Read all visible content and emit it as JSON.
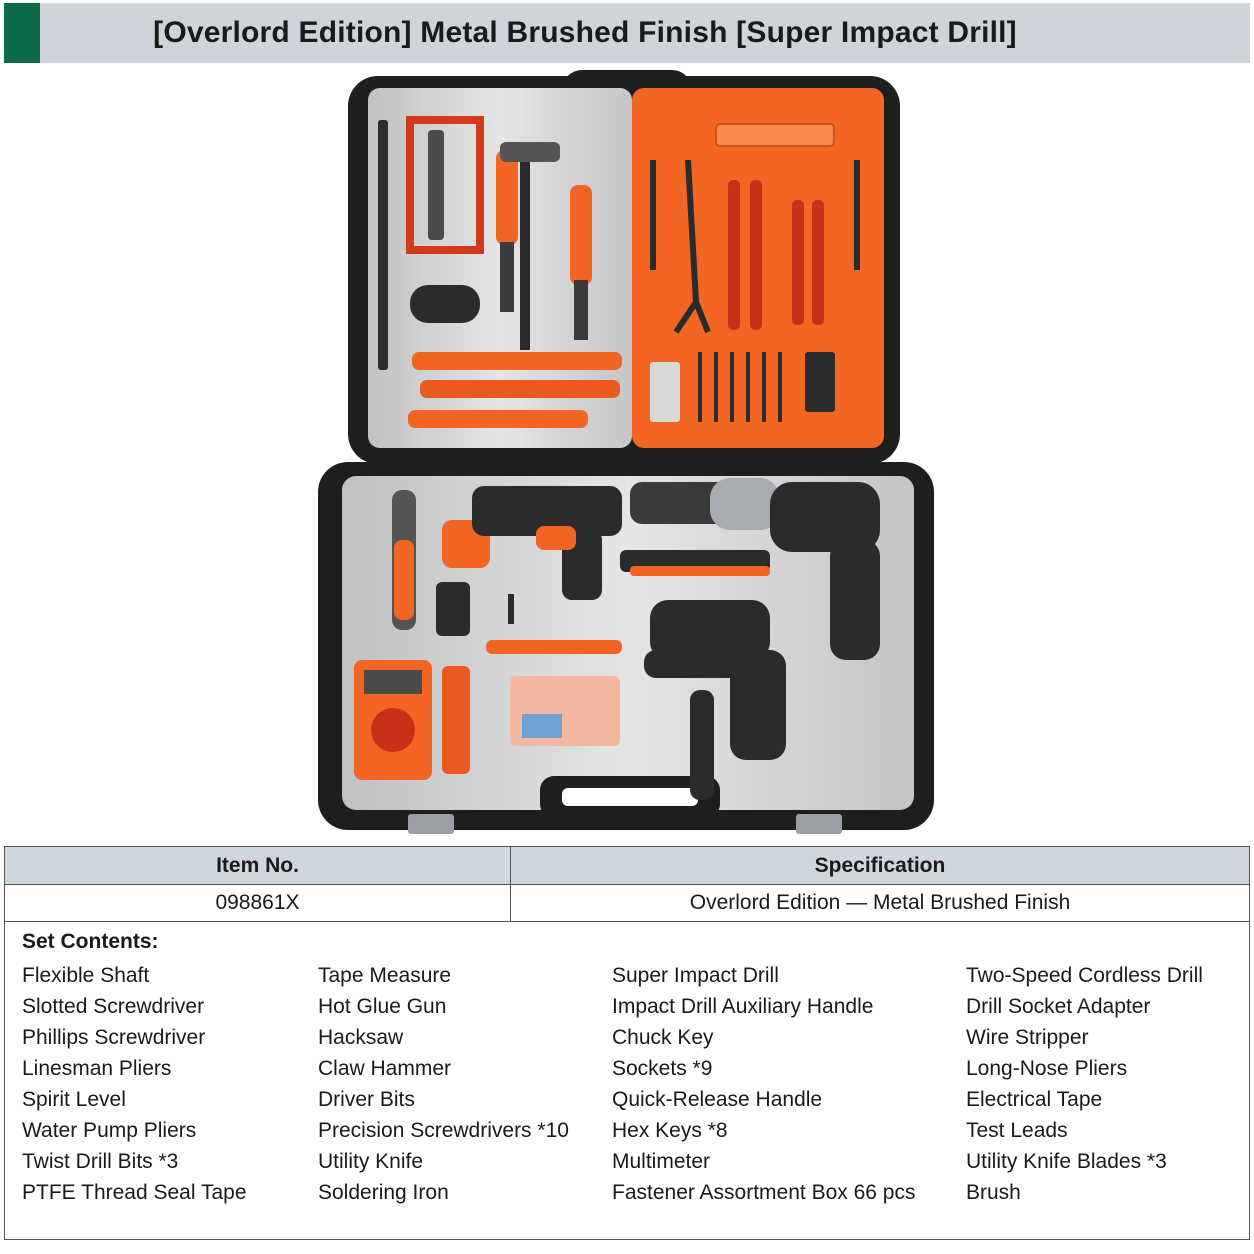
{
  "header": {
    "title": "[Overlord Edition] Metal Brushed Finish [Super Impact Drill]",
    "accent_color": "#0d6b4a",
    "background_color": "#cfd4da"
  },
  "product_photo": {
    "icon": "toolbox-kit-photo",
    "case_color": "#1e1e1e",
    "insert_color": "#f26522",
    "panel_color": "#c9cbcd"
  },
  "spec_table": {
    "headers": [
      "Item No.",
      "Specification"
    ],
    "row": {
      "item_no": "098861X",
      "specification": "Overlord Edition — Metal Brushed Finish"
    },
    "contents_label": "Set Contents:",
    "columns": [
      [
        "Flexible Shaft",
        "Slotted Screwdriver",
        "Phillips Screwdriver",
        "Linesman Pliers",
        "Spirit Level",
        "Water Pump Pliers",
        "Twist Drill Bits *3",
        "PTFE Thread Seal Tape"
      ],
      [
        "Tape Measure",
        "Hot Glue Gun",
        "Hacksaw",
        "Claw Hammer",
        "Driver Bits",
        "Precision Screwdrivers *10",
        "Utility Knife",
        "Soldering Iron"
      ],
      [
        "Super Impact Drill",
        "Impact Drill Auxiliary Handle",
        "Chuck Key",
        "Sockets *9",
        "Quick-Release Handle",
        "Hex Keys *8",
        "Multimeter",
        "Fastener Assortment Box 66 pcs"
      ],
      [
        "Two-Speed Cordless Drill",
        "Drill Socket Adapter",
        "Wire Stripper",
        "Long-Nose Pliers",
        "Electrical Tape",
        "Test Leads",
        "Utility Knife Blades *3",
        "Brush"
      ]
    ]
  }
}
